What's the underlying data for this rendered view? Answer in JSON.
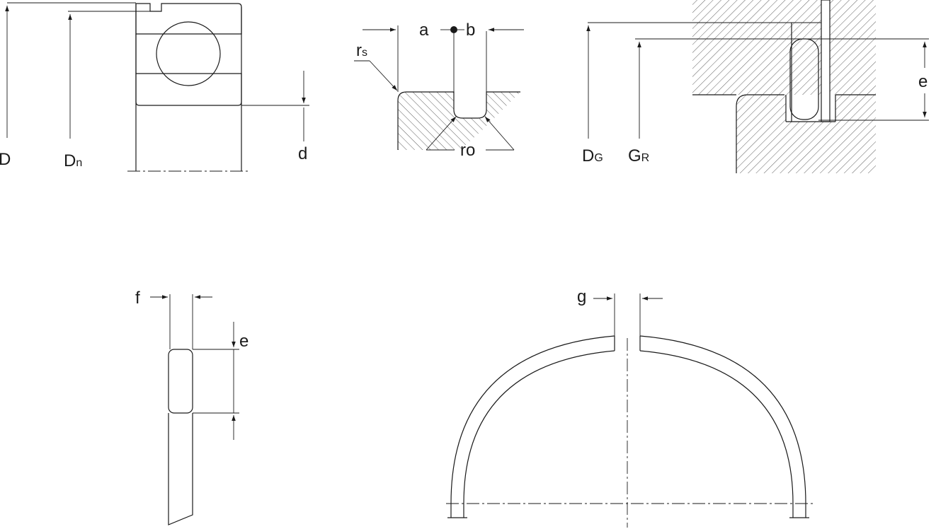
{
  "colors": {
    "line": "#1a1a1a",
    "background": "#ffffff"
  },
  "labels": {
    "D": "D",
    "Dn_main": "D",
    "Dn_sub": "n",
    "d": "d",
    "a": "a",
    "b": "b",
    "rs_main": "r",
    "rs_sub": "s",
    "ro": "ro",
    "DG_main": "D",
    "DG_sub": "G",
    "GR_main": "G",
    "GR_sub": "R",
    "e_top": "e",
    "f": "f",
    "e_bottom": "e",
    "g": "g"
  }
}
